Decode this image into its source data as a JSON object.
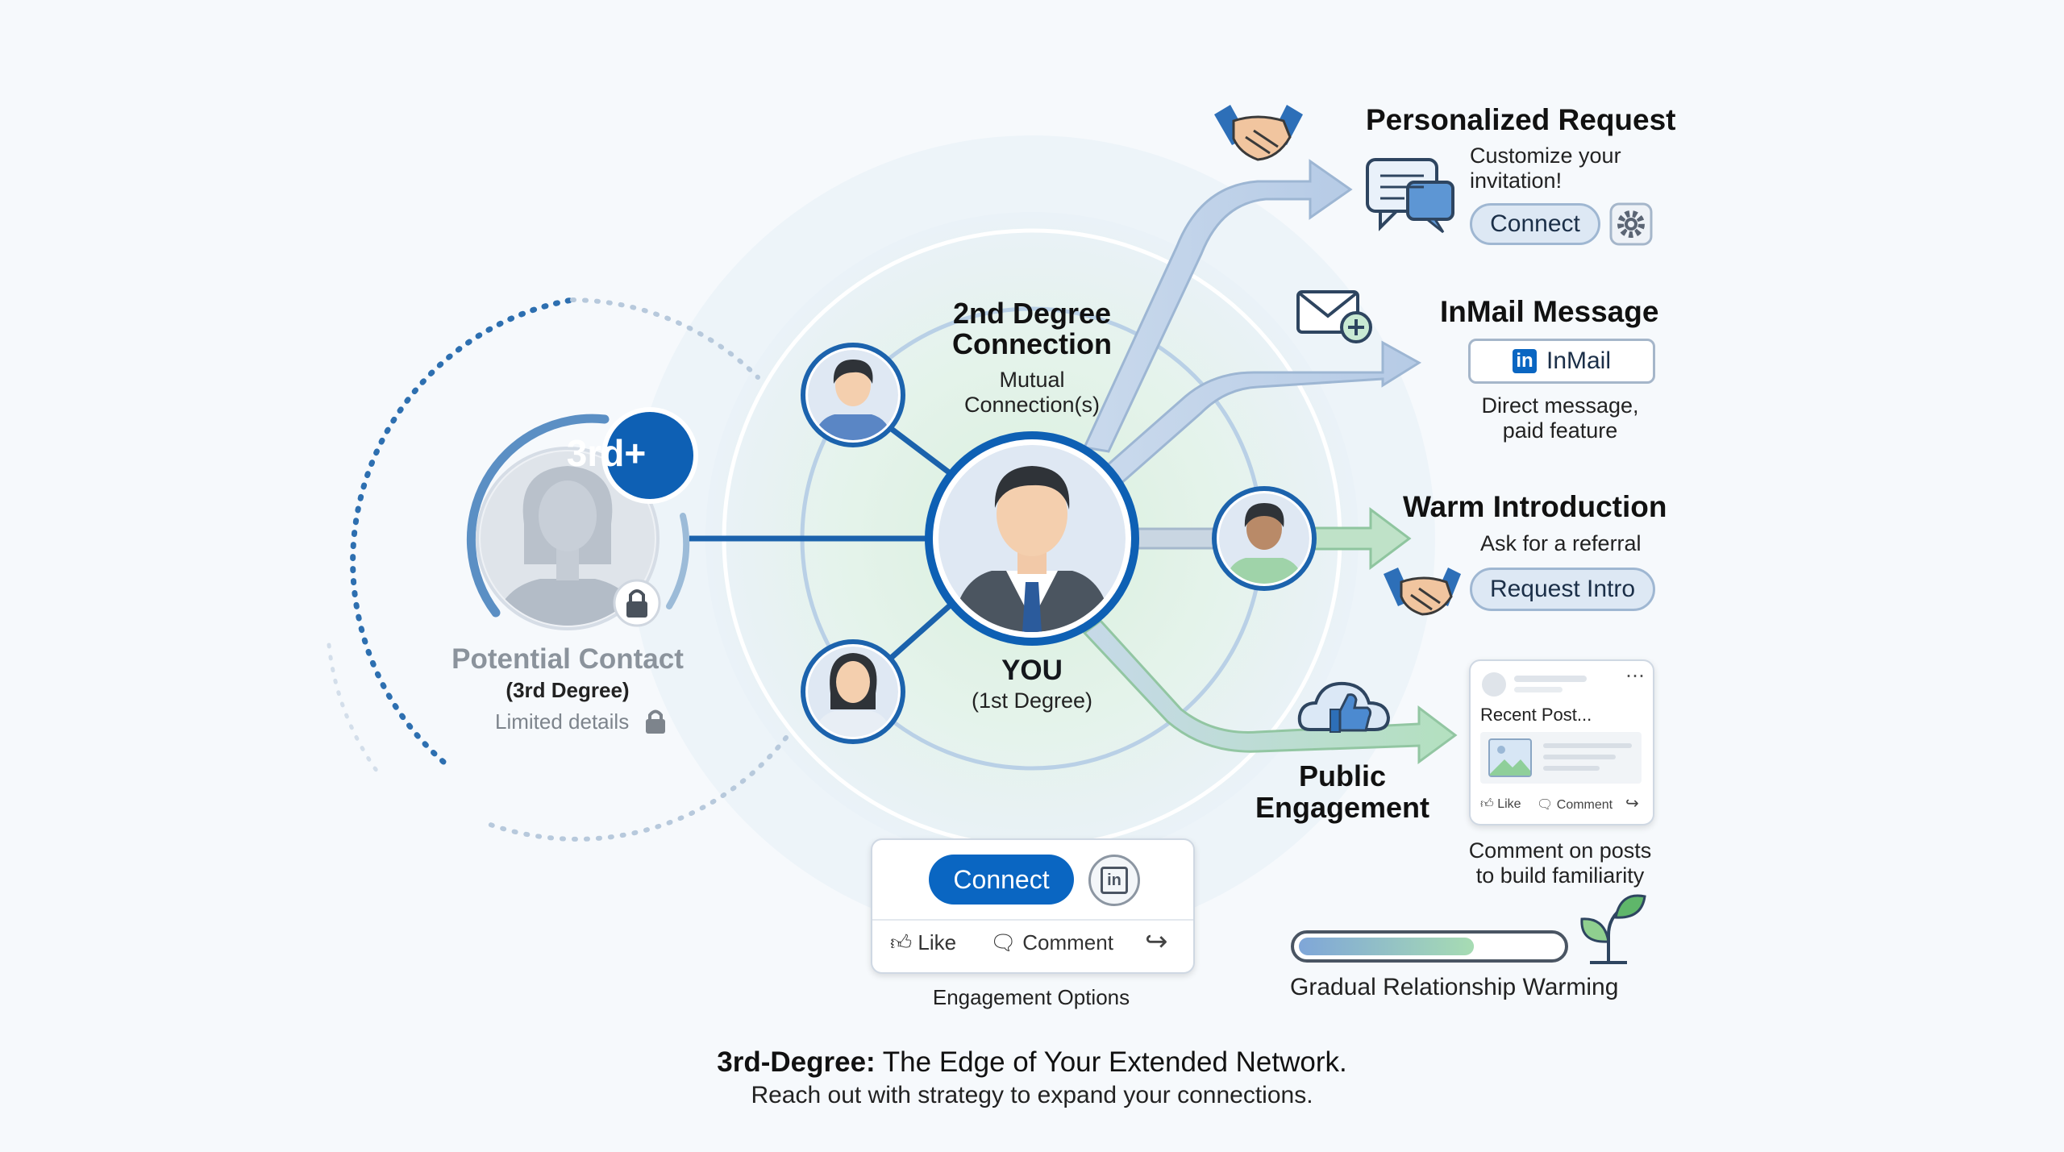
{
  "colors": {
    "primary": "#0a66c2",
    "arrow_blue": "#bcd0e8",
    "arrow_green": "#b9e0c4",
    "background": "#f6f9fc"
  },
  "potential": {
    "badge": "3rd+",
    "title": "Potential Contact",
    "degree": "(3rd Degree)",
    "limited": "Limited details"
  },
  "second": {
    "title_line1": "2nd Degree",
    "title_line2": "Connection",
    "mutual_line1": "Mutual",
    "mutual_line2": "Connection(s)"
  },
  "you": {
    "label": "YOU",
    "degree": "(1st Degree)"
  },
  "personalized": {
    "title": "Personalized Request",
    "desc_line1": "Customize your",
    "desc_line2": "invitation!",
    "button": "Connect"
  },
  "inmail": {
    "title": "InMail Message",
    "button": "InMail",
    "desc_line1": "Direct message,",
    "desc_line2": "paid feature"
  },
  "warm": {
    "title": "Warm Introduction",
    "desc": "Ask for a referral",
    "button": "Request Intro"
  },
  "public": {
    "title_line1": "Public",
    "title_line2": "Engagement",
    "post_label": "Recent Post...",
    "post_like": "Like",
    "post_comment": "Comment",
    "desc_line1": "Comment on posts",
    "desc_line2": "to build familiarity"
  },
  "engagement": {
    "connect": "Connect",
    "like": "Like",
    "comment": "Comment",
    "caption": "Engagement Options"
  },
  "warming": {
    "label": "Gradual Relationship Warming",
    "progress": 0.67
  },
  "footer": {
    "title_bold": "3rd-Degree:",
    "title_rest": " The Edge of Your Extended Network.",
    "subtitle": "Reach out with strategy to expand your connections."
  }
}
